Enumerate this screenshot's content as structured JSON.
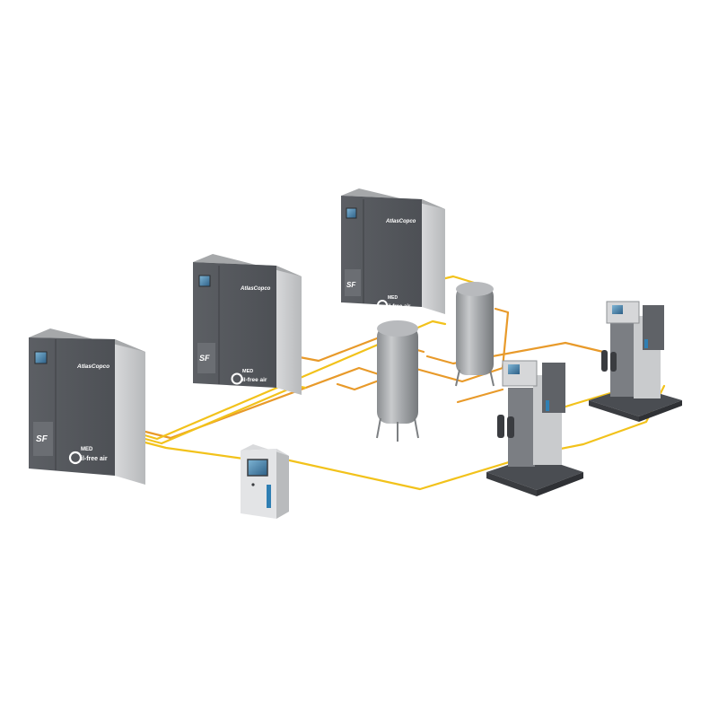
{
  "brand": "AtlasCopco",
  "compressors": [
    {
      "id": "compressor-1",
      "model_badge": "SF",
      "series": "MED",
      "tagline": "il-free air"
    },
    {
      "id": "compressor-2",
      "model_badge": "SF",
      "series": "MED",
      "tagline": "il-free air"
    },
    {
      "id": "compressor-3",
      "model_badge": "SF",
      "series": "MED",
      "tagline": "il-free air"
    }
  ],
  "colors": {
    "pipe_yellow": "#f2c21b",
    "pipe_orange": "#e89a2a",
    "cabinet_dark": "#56595e",
    "cabinet_side": "#c9cacc",
    "tank_steel": "#9ea1a4",
    "background": "#ffffff"
  },
  "icons": {
    "controller": "control-panel-icon",
    "tank": "air-receiver-icon",
    "dryer": "dryer-unit-icon"
  }
}
